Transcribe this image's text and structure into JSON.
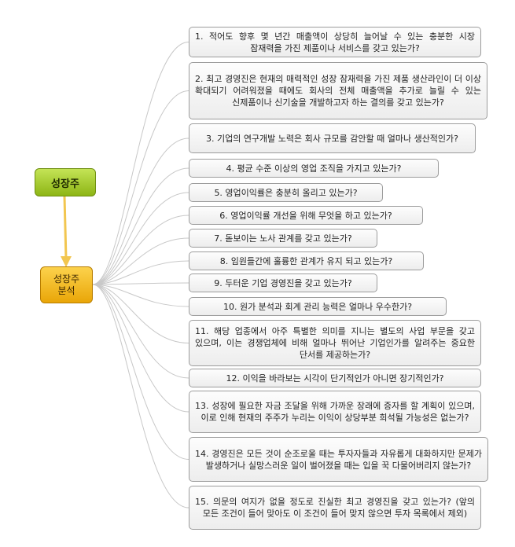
{
  "root": {
    "label": "성장주"
  },
  "hub": {
    "line1": "성장주",
    "line2": "분석"
  },
  "items": [
    "1. 적어도 향후 몇 년간 매출액이 상당히 늘어날 수 있는 충분한 시장 잠재력을 가진 제품이나 서비스를 갖고 있는가?",
    "2. 최고 경영진은 현재의 매력적인 성장 잠재력을 가진 제품 생산라인이 더 이상 확대되기 어려워졌을 때에도 회사의 전체 매출액을 추가로 늘릴 수 있는 신제품이나 신기술을 개발하고자 하는 결의를 갖고 있는가?",
    "3. 기업의 연구개발 노력은 회사 규모를 감안할 때 얼마나 생산적인가?",
    "4. 평균 수준 이상의 영업 조직을 가지고 있는가?",
    "5. 영업이익률은 충분히 올리고 있는가?",
    "6. 영업이익률 개선을 위해 무엇을 하고 있는가?",
    "7. 돋보이는 노사 관계를 갖고 있는가?",
    "8. 임원들간에 훌륭한 관계가 유지 되고 있는가?",
    "9. 두터운 기업 경영진을 갖고 있는가?",
    "10. 원가 분석과 회계 관리 능력은 얼마나 우수한가?",
    "11. 해당 업종에서 아주 특별한 의미를 지니는 별도의 사업 부문을 갖고 있으며, 이는 경쟁업체에 비해 얼마나 뛰어난 기업인가를 알려주는 중요한 단서를 제공하는가?",
    "12. 이익을 바라보는 시각이 단기적인가 아니면 장기적인가?",
    "13. 성장에 필요한 자금 조달을 위해 가까운 장래에 증자를 할 계획이 있으며, 이로 인해 현재의 주주가 누리는 이익이 상당부분 희석될 가능성은 없는가?",
    "14. 경영진은 모든 것이 순조로울 때는 투자자들과 자유롭게 대화하지만 문제가 발생하거나 실망스러운 일이 벌어졌을 때는 입을 꾹 다물어버리지 않는가?",
    "15. 의문의 여지가 없을 정도로 진실한 최고 경영진을 갖고 있는가? (앞의 모든 조건이 들어 맞아도 이 조건이 들어 맞지 않으면 투자 목록에서 제외)"
  ]
}
